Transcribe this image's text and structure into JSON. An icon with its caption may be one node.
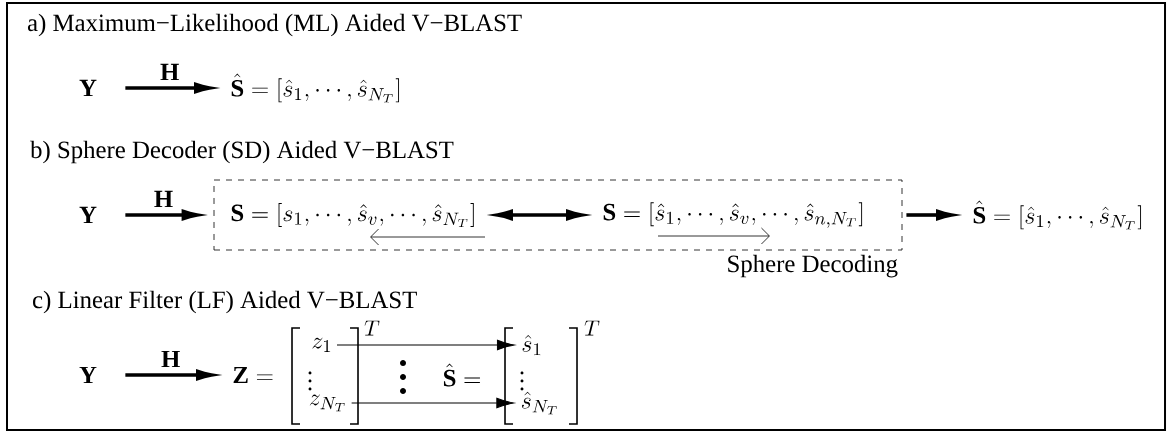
{
  "diagram": {
    "nodes": [
      {
        "text": [
          "\\mathbf{Y}"
        ]
      },
      {
        "text": [
          "\\hat{\\mathbf{S}} = [\\hat{s}_1, \\cdots, \\hat{s}_{N_T}]"
        ]
      },
      {
        "text": [
          "\\mathbf{Y}"
        ]
      },
      {
        "text": [
          "Sphere Decoding"
        ]
      },
      {
        "text": [
          "\\mathbf{S} = [s_1, \\cdots, \\hat{s}_v, \\cdots, \\hat{s}_{N_T}]"
        ],
        "in": 3
      },
      {
        "text": [
          "\\mathbf{S} = [\\hat{s}_1, \\cdots, \\hat{s}_v, \\cdots, \\hat{s}_{n,N_T}]"
        ],
        "in": 3
      },
      {
        "text": [
          "\\hat{\\mathbf{S}} = [\\hat{s}_1, \\cdots, \\hat{s}_{N_T}]"
        ]
      },
      {
        "text": [
          "\\mathbf{Y}"
        ]
      },
      {
        "text": [
          "\\mathbf{Z} ="
        ]
      },
      {
        "text": [
          "z_1"
        ]
      },
      {
        "text": [
          "\\vdots"
        ]
      },
      {
        "text": [
          "z_{N_T}"
        ]
      },
      {
        "text": [
          "\\hat{\\mathbf{S}} ="
        ]
      },
      {
        "text": [
          "\\hat{s}_1"
        ]
      },
      {
        "text": [
          "\\vdots"
        ]
      },
      {
        "text": [
          "\\hat{s}_{N_T}"
        ]
      }
    ],
    "edges": [
      {
        "from": 0,
        "to": 1,
        "arrow": "to",
        "label": "\\mathbf{H}"
      },
      {
        "from": 2,
        "to": 3,
        "arrow": "to",
        "label": "\\mathbf{H}"
      },
      {
        "from": 4,
        "to": 5,
        "arrow": "both"
      },
      {
        "from": 3,
        "to": 6,
        "arrow": "to"
      },
      {
        "from": 7,
        "to": 8,
        "arrow": "to",
        "label": "\\mathbf{H}"
      },
      {
        "from": 9,
        "to": 13,
        "arrow": "to"
      },
      {
        "from": 11,
        "to": 15,
        "arrow": "to"
      }
    ],
    "labels": [
      "a) Maximum−Likelihood (ML) Aided V−BLAST",
      "b) Sphere Decoder (SD) Aided V−BLAST",
      "c) Linear Filter (LF) Aided V−BLAST",
      "T",
      "T"
    ]
  }
}
